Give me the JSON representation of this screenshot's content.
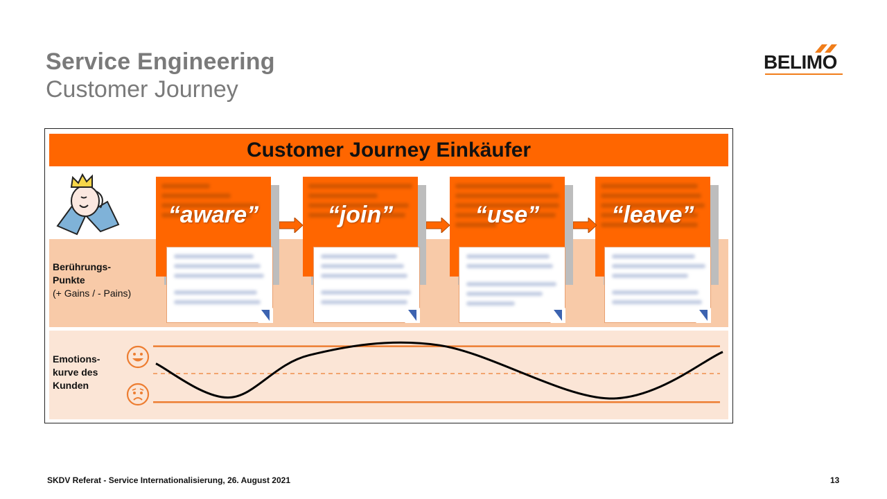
{
  "slide": {
    "title": "Service Engineering",
    "subtitle": "Customer Journey",
    "logo_text": "BELIMO",
    "page_number": "13",
    "footer": "SKDV Referat - Service Internationalisierung, 26. August 2021"
  },
  "journey": {
    "header": "Customer Journey Einkäufer",
    "stages": [
      {
        "label": "“aware”"
      },
      {
        "label": "“join”"
      },
      {
        "label": "“use”"
      },
      {
        "label": "“leave”"
      }
    ],
    "touchpoints_label_line1": "Berührungs-",
    "touchpoints_label_line2": "Punkte",
    "touchpoints_label_line3": "(+ Gains / - Pains)",
    "emotion_label_line1": "Emotions-",
    "emotion_label_line2": "kurve des",
    "emotion_label_line3": "Kunden",
    "icons": {
      "mascot": "king-customer-illustration",
      "happy": "happy-face-icon",
      "sad": "sad-face-icon",
      "arrow": "right-arrow-icon"
    },
    "colors": {
      "accent": "#ff6600",
      "touch_band": "#f8caa8",
      "emotion_band": "#fbe5d6",
      "guide_line": "#ed7d31",
      "curve": "#000000"
    }
  },
  "chart_data": {
    "type": "line",
    "title": "Emotionskurve des Kunden",
    "xlabel": "",
    "ylabel": "",
    "ylim": [
      -1,
      1
    ],
    "x": [
      0,
      0.13,
      0.27,
      0.5,
      0.8,
      1.0
    ],
    "values": [
      0.3,
      -0.72,
      0.55,
      0.85,
      -0.75,
      0.65
    ],
    "reference_lines": [
      {
        "name": "happy",
        "value": 0.82
      },
      {
        "name": "neutral",
        "value": 0,
        "style": "dashed"
      },
      {
        "name": "unhappy",
        "value": -0.86
      }
    ]
  }
}
